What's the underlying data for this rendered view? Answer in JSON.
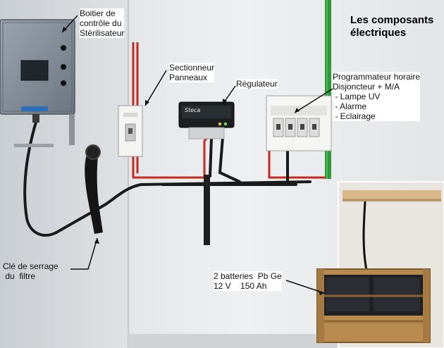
{
  "title": "Les composants\nélectriques",
  "labels": {
    "boitier": "Boitier de\ncontrôle du\nStérilisateur",
    "sectionneur": "Sectionneur\nPanneaux",
    "regulateur": "Régulateur",
    "programmateur": "Programmateur horaire\nDisjoncteur + M/A\n - Lampe UV\n - Alarme\n - Eclairage",
    "cle": "Clé de serrage\n du  filtre",
    "batteries": "2 batteries  Pb Ge\n12 V    150 Ah"
  },
  "regulator_brand": "Steca",
  "colors": {
    "wall": "#e8eaec",
    "cable_red": "#c42a22",
    "cable_black": "#1a1a1a",
    "pipe_green": "#2e9a3a",
    "control_box": "#7f8a96",
    "crate_wood": "#b98a4e"
  }
}
